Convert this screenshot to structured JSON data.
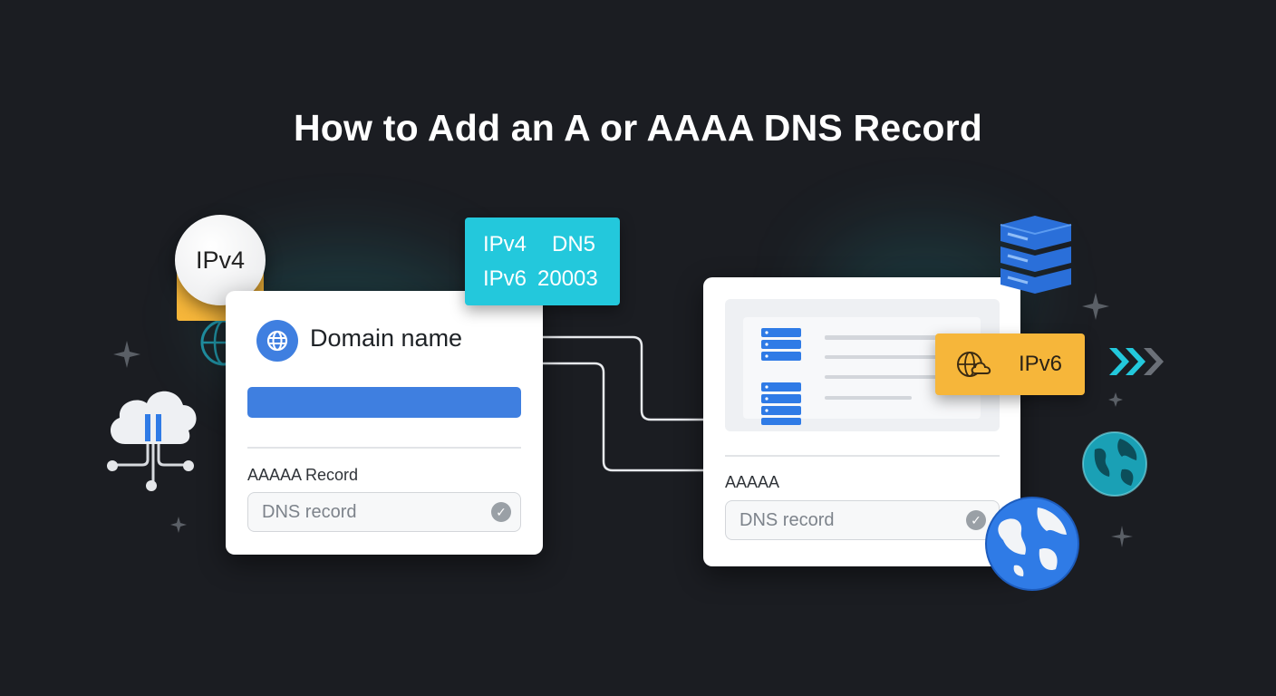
{
  "title": "How to Add an A or AAAA DNS Record",
  "left_card": {
    "header_label": "Domain name",
    "record_label": "AAAAA Record",
    "record_field": "DNS record"
  },
  "ipv4_badge": "IPv4",
  "info_tag": {
    "row1_left": "IPv4",
    "row1_right": "DN5",
    "row2_left": "IPv6",
    "row2_right": "20003"
  },
  "right_card": {
    "record_label": "AAAAA",
    "record_field": "DNS record"
  },
  "ipv6_tag": "IPv6",
  "colors": {
    "background": "#1b1d22",
    "accent_blue": "#3f7fe0",
    "accent_cyan": "#23c8dc",
    "accent_orange": "#f6b63a"
  }
}
